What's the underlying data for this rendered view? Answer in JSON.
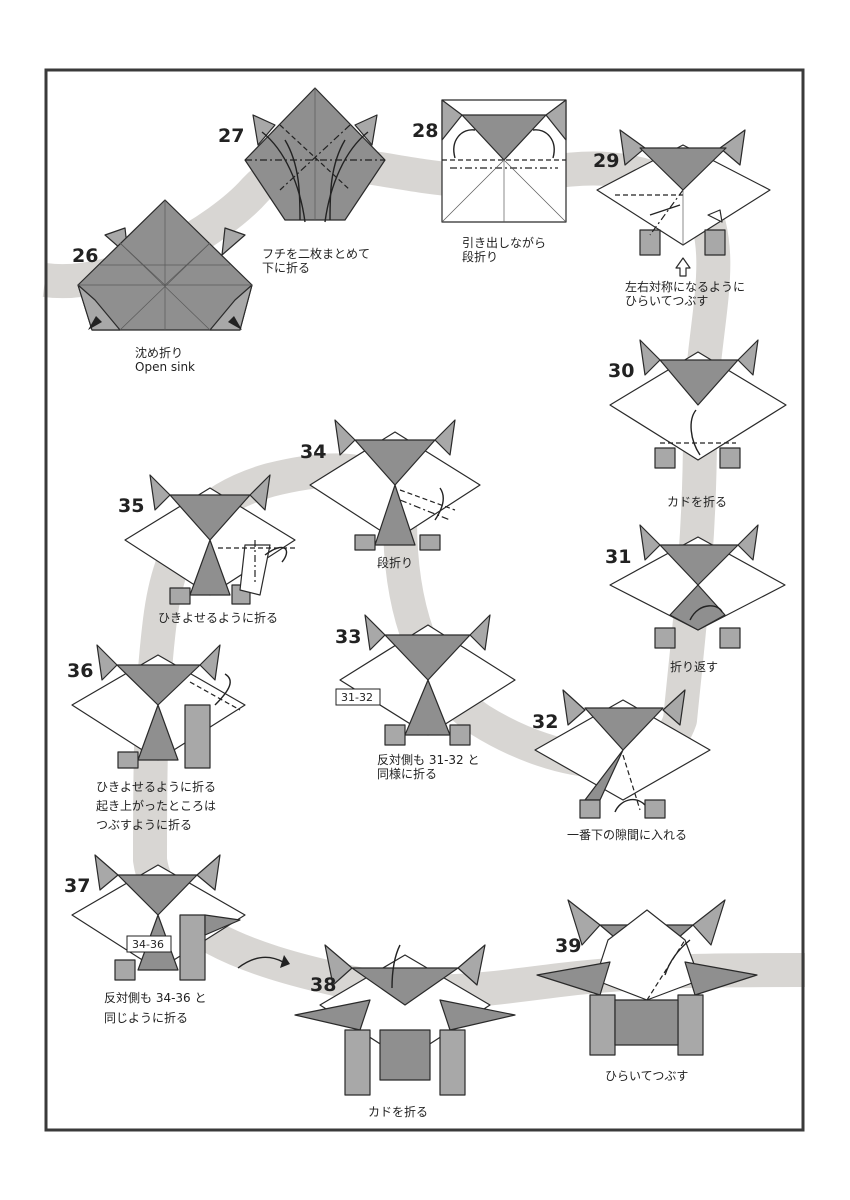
{
  "steps": [
    {
      "number": "26",
      "caption": [
        "沈め折り",
        "Open sink"
      ]
    },
    {
      "number": "27",
      "caption": [
        "フチを二枚まとめて",
        "下に折る"
      ]
    },
    {
      "number": "28",
      "caption": [
        "引き出しながら",
        "段折り"
      ]
    },
    {
      "number": "29",
      "caption": [
        "左右対称になるように",
        "ひらいてつぶす"
      ]
    },
    {
      "number": "30",
      "caption": [
        "カドを折る"
      ]
    },
    {
      "number": "31",
      "caption": [
        "折り返す"
      ]
    },
    {
      "number": "32",
      "caption": [
        "一番下の隙間に入れる"
      ]
    },
    {
      "number": "33",
      "caption": [
        "反対側も 31-32 と",
        "同様に折る"
      ],
      "ref": "31-32"
    },
    {
      "number": "34",
      "caption": [
        "段折り"
      ]
    },
    {
      "number": "35",
      "caption": [
        "ひきよせるように折る"
      ]
    },
    {
      "number": "36",
      "caption": [
        "ひきよせるように折る",
        "起き上がったところは",
        "つぶすように折る"
      ]
    },
    {
      "number": "37",
      "caption": [
        "反対側も 34-36 と",
        "同じように折る"
      ],
      "ref": "34-36"
    },
    {
      "number": "38",
      "caption": [
        "カドを折る"
      ]
    },
    {
      "number": "39",
      "caption": [
        "ひらいてつぶす"
      ]
    }
  ],
  "colors": {
    "frame": "#3a3a3a",
    "path_band": "#d8d6d3",
    "paper_dark": "#8f8f8f",
    "paper_light": "#ffffff"
  }
}
